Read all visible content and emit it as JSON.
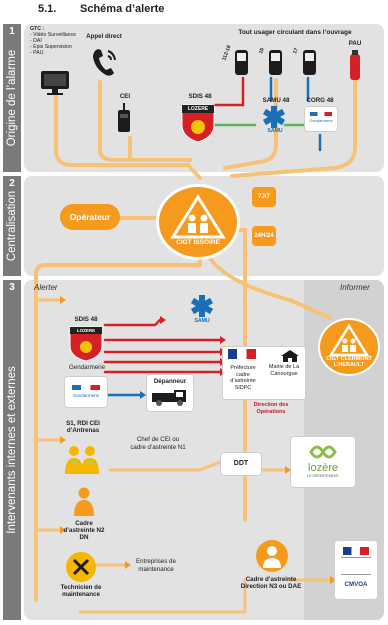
{
  "header": {
    "section_number": "5.1.",
    "title": "Schéma d’alerte"
  },
  "bands": [
    {
      "number": "1",
      "label": "Origine de l’alarme"
    },
    {
      "number": "2",
      "label": "Centralisation"
    },
    {
      "number": "3",
      "label": "Intervenants internes et externes"
    }
  ],
  "origin": {
    "gtc_title": "GTC :",
    "gtc_items": [
      "- Vidéo Surveillance",
      "- DAI",
      "- Epis Supervision",
      "- PAU"
    ],
    "appel_direct": "Appel direct",
    "cei": "CEI",
    "usager": "Tout usager circulant dans l’ouvrage",
    "phone_numbers": [
      "112-18",
      "15",
      "17"
    ],
    "pau": "PAU",
    "sdis": "SDIS 48",
    "sdis_badge": "LOZERE",
    "samu": "SAMU 48",
    "samu_logo": "SAMU",
    "corg": "CORG 48",
    "corg_logo": "Gendarmerie"
  },
  "central": {
    "operateur": "Opérateur",
    "cigt": "CIGT ISSOIRE",
    "badge_7j7": "7J/7",
    "badge_24h": "24H/24"
  },
  "interv": {
    "alerter": "Alerter",
    "informer": "Informer",
    "samu_logo": "SAMU",
    "cigt_clermont": "CIGT CLERMONT L’HERAULT",
    "sdis": "SDIS 48",
    "sdis_badge": "LOZERE",
    "gendarmerie": "Gendarmerie",
    "gendarmerie_logo": "Gendarmerie",
    "depanneur": "Dépanneur",
    "prefecture": "Préfecture cadre d’astreinte SIDPC",
    "mairie": "Mairie de La Canourgue",
    "direction_ops": "Direction des Opérations",
    "s1": "S1, RDI CEI d’Antrenas",
    "chef_cei": "Chef de CEI ou cadre d’astreinte N1",
    "ddt": "DDT",
    "lozere": "lozère",
    "lozere_sub": "LE DÉPARTEMENT",
    "cadre_n2": "Cadre d’astreinte N2 DN",
    "technicien": "Technicien de maintenance",
    "entreprises": "Entreprises de maintenance",
    "cadre_n3": "Cadre d’astreinte Direction N3 ou DAE",
    "cmvoa": "CMVOA"
  },
  "colors": {
    "orange": "#f59a1c",
    "red": "#d62027",
    "blue": "#1a6fb5",
    "green": "#5ab45a",
    "band": "#7a7a7a"
  }
}
